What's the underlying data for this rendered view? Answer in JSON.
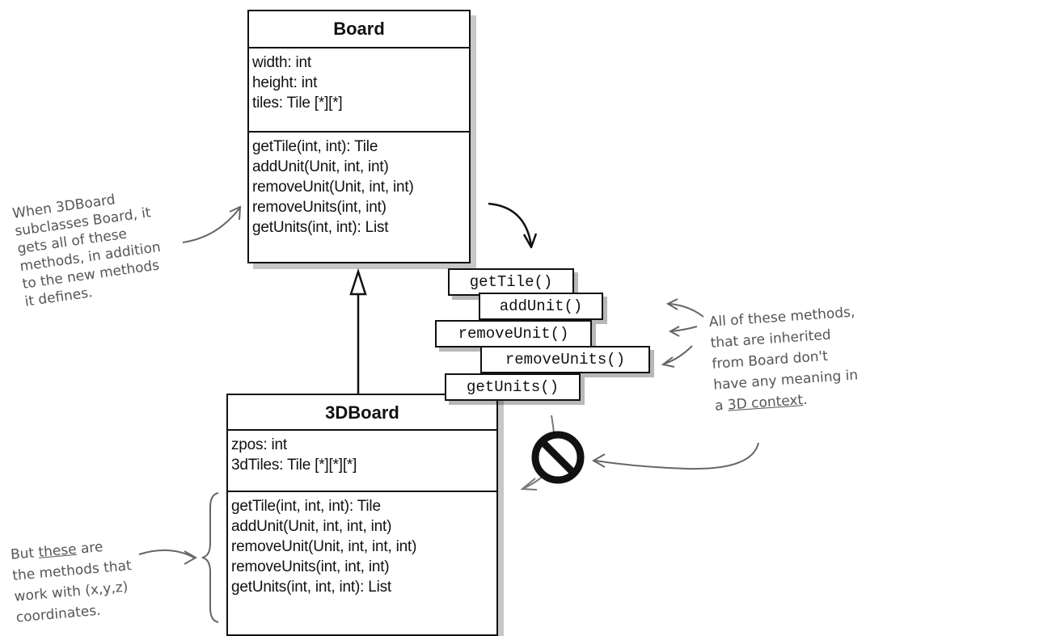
{
  "board": {
    "title": "Board",
    "attributes": [
      "width: int",
      "height: int",
      "tiles: Tile [*][*]"
    ],
    "methods": [
      "getTile(int, int): Tile",
      "addUnit(Unit, int, int)",
      "removeUnit(Unit, int, int)",
      "removeUnits(int, int)",
      "getUnits(int, int): List"
    ]
  },
  "board3d": {
    "title": "3DBoard",
    "attributes": [
      "zpos: int",
      "3dTiles: Tile [*][*][*]"
    ],
    "methods": [
      "getTile(int, int, int): Tile",
      "addUnit(Unit, int, int, int)",
      "removeUnit(Unit, int, int, int)",
      "removeUnits(int, int, int)",
      "getUnits(int, int, int): List"
    ]
  },
  "inherited_chips": [
    "getTile()",
    "addUnit()",
    "removeUnit()",
    "removeUnits()",
    "getUnits()"
  ],
  "notes": {
    "left_top": [
      "When 3DBoard",
      "subclasses Board, it",
      "gets all of these",
      "methods, in addition",
      "to the new methods",
      "it defines."
    ],
    "right": {
      "lines": [
        "All of these methods,",
        "that are inherited",
        "from Board don't",
        "have any meaning in"
      ],
      "last_prefix": "a ",
      "last_underlined": "3D context",
      "last_suffix": "."
    },
    "left_bottom": {
      "prefix": "But ",
      "underlined": "these",
      "suffix": " are",
      "lines": [
        "the methods that",
        "work with (x,y,z)",
        "coordinates."
      ]
    }
  },
  "icons": {
    "prohibited": "no-entry-icon"
  },
  "colors": {
    "ink": "#111111",
    "handwriting": "#555555",
    "shadow": "#bbbbbb"
  }
}
